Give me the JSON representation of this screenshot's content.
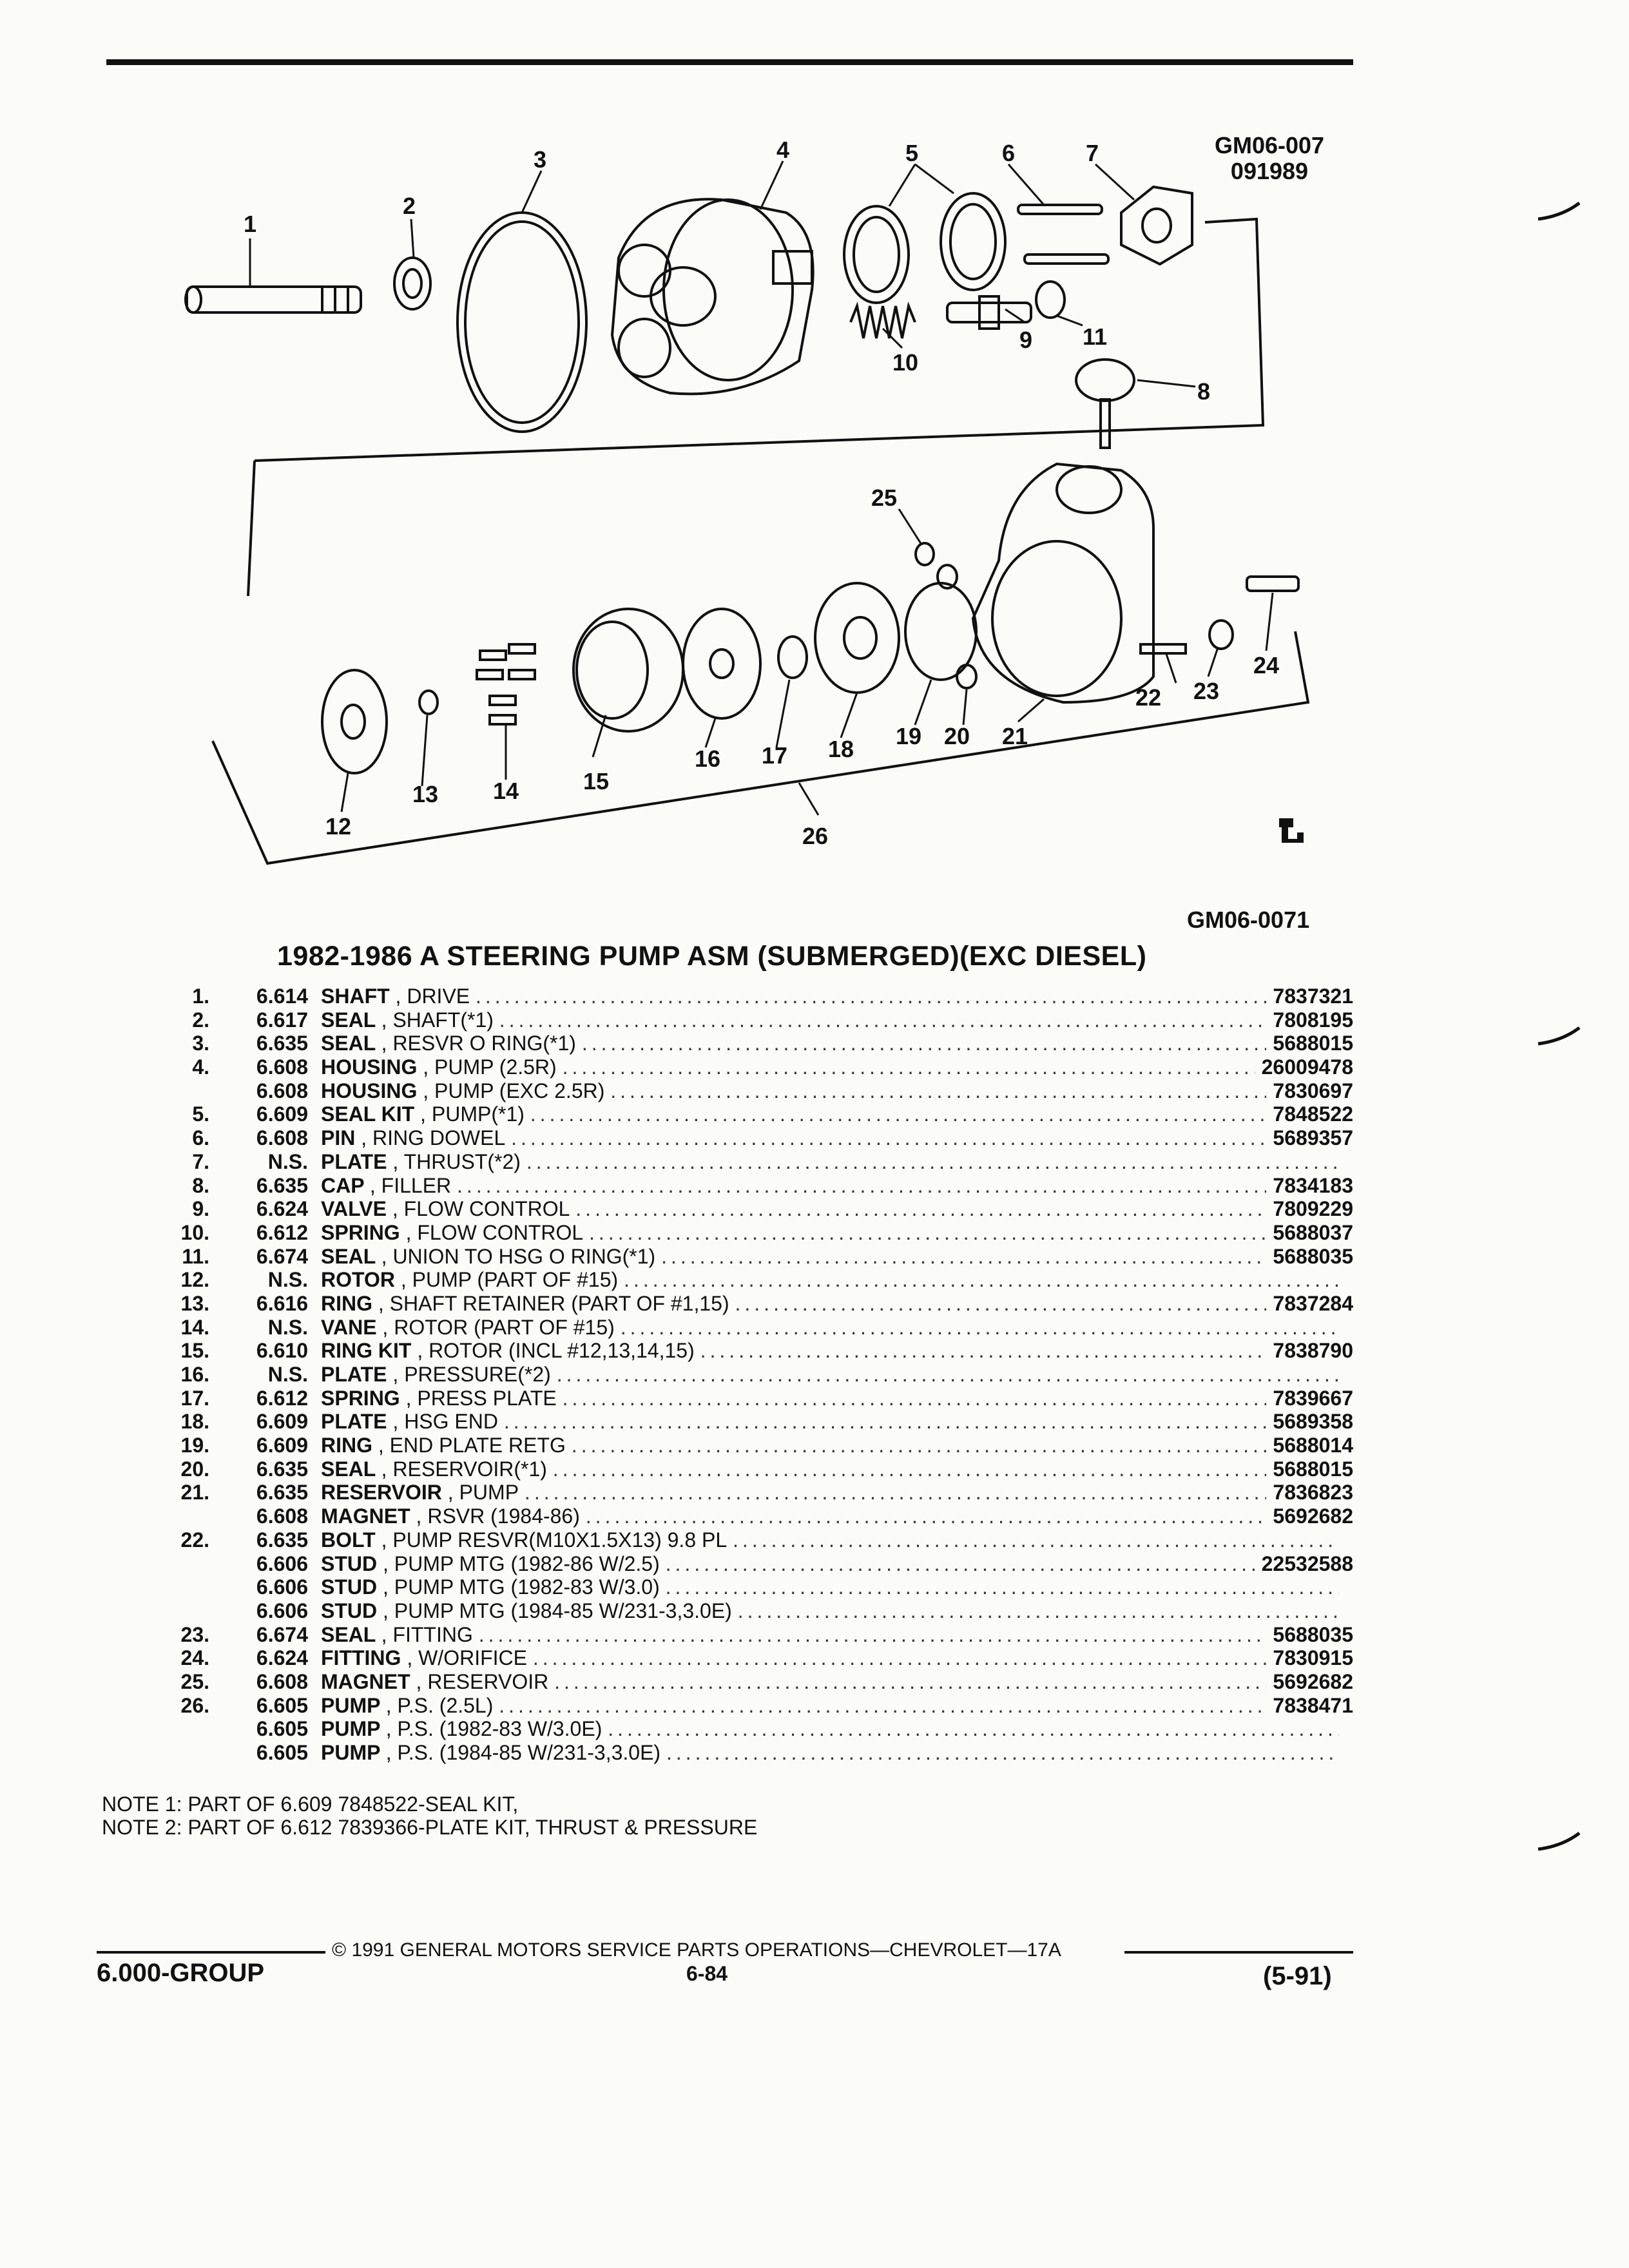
{
  "header": {
    "image_code_a": "GM06-007",
    "image_code_b": "091989",
    "image_code_c": "GM06-0071"
  },
  "diagram": {
    "callouts": [
      "1",
      "2",
      "3",
      "4",
      "5",
      "6",
      "7",
      "8",
      "9",
      "10",
      "11",
      "12",
      "13",
      "14",
      "15",
      "16",
      "17",
      "18",
      "19",
      "20",
      "21",
      "22",
      "23",
      "24",
      "25",
      "26"
    ]
  },
  "title": "1982-1986 A STEERING PUMP ASM (SUBMERGED)(EXC DIESEL)",
  "parts": [
    {
      "num": "1.",
      "grp": "6.614",
      "name": "SHAFT",
      "desc": ", DRIVE",
      "pn": "7837321"
    },
    {
      "num": "2.",
      "grp": "6.617",
      "name": "SEAL",
      "desc": ", SHAFT(*1)",
      "pn": "7808195"
    },
    {
      "num": "3.",
      "grp": "6.635",
      "name": "SEAL",
      "desc": ", RESVR O RING(*1)",
      "pn": "5688015"
    },
    {
      "num": "4.",
      "grp": "6.608",
      "name": "HOUSING",
      "desc": ", PUMP (2.5R)",
      "pn": "26009478"
    },
    {
      "num": "",
      "grp": "6.608",
      "name": "HOUSING",
      "desc": ", PUMP (EXC 2.5R)",
      "pn": "7830697"
    },
    {
      "num": "5.",
      "grp": "6.609",
      "name": "SEAL KIT",
      "desc": ", PUMP(*1)",
      "pn": "7848522"
    },
    {
      "num": "6.",
      "grp": "6.608",
      "name": "PIN",
      "desc": ", RING DOWEL",
      "pn": "5689357"
    },
    {
      "num": "7.",
      "grp": "N.S.",
      "name": "PLATE",
      "desc": ", THRUST(*2)",
      "pn": ""
    },
    {
      "num": "8.",
      "grp": "6.635",
      "name": "CAP",
      "desc": ", FILLER",
      "pn": "7834183"
    },
    {
      "num": "9.",
      "grp": "6.624",
      "name": "VALVE",
      "desc": ", FLOW CONTROL",
      "pn": "7809229"
    },
    {
      "num": "10.",
      "grp": "6.612",
      "name": "SPRING",
      "desc": ", FLOW CONTROL",
      "pn": "5688037"
    },
    {
      "num": "11.",
      "grp": "6.674",
      "name": "SEAL",
      "desc": ", UNION TO HSG O RING(*1)",
      "pn": "5688035"
    },
    {
      "num": "12.",
      "grp": "N.S.",
      "name": "ROTOR",
      "desc": ", PUMP (PART OF #15)",
      "pn": ""
    },
    {
      "num": "13.",
      "grp": "6.616",
      "name": "RING",
      "desc": ", SHAFT RETAINER (PART OF #1,15)",
      "pn": "7837284"
    },
    {
      "num": "14.",
      "grp": "N.S.",
      "name": "VANE",
      "desc": ", ROTOR (PART OF #15)",
      "pn": ""
    },
    {
      "num": "15.",
      "grp": "6.610",
      "name": "RING KIT",
      "desc": ", ROTOR (INCL #12,13,14,15)",
      "pn": "7838790"
    },
    {
      "num": "16.",
      "grp": "N.S.",
      "name": "PLATE",
      "desc": ", PRESSURE(*2)",
      "pn": ""
    },
    {
      "num": "17.",
      "grp": "6.612",
      "name": "SPRING",
      "desc": ", PRESS PLATE",
      "pn": "7839667"
    },
    {
      "num": "18.",
      "grp": "6.609",
      "name": "PLATE",
      "desc": ", HSG END",
      "pn": "5689358"
    },
    {
      "num": "19.",
      "grp": "6.609",
      "name": "RING",
      "desc": ", END PLATE RETG",
      "pn": "5688014"
    },
    {
      "num": "20.",
      "grp": "6.635",
      "name": "SEAL",
      "desc": ", RESERVOIR(*1)",
      "pn": "5688015"
    },
    {
      "num": "21.",
      "grp": "6.635",
      "name": "RESERVOIR",
      "desc": ", PUMP",
      "pn": "7836823"
    },
    {
      "num": "",
      "grp": "6.608",
      "name": "MAGNET",
      "desc": ", RSVR (1984-86)",
      "pn": "5692682"
    },
    {
      "num": "22.",
      "grp": "6.635",
      "name": "BOLT",
      "desc": ", PUMP RESVR(M10X1.5X13) 9.8 PL",
      "pn": ""
    },
    {
      "num": "",
      "grp": "6.606",
      "name": "STUD",
      "desc": ", PUMP MTG (1982-86 W/2.5)",
      "pn": "22532588"
    },
    {
      "num": "",
      "grp": "6.606",
      "name": "STUD",
      "desc": ", PUMP MTG (1982-83 W/3.0)",
      "pn": ""
    },
    {
      "num": "",
      "grp": "6.606",
      "name": "STUD",
      "desc": ", PUMP MTG (1984-85 W/231-3,3.0E)",
      "pn": ""
    },
    {
      "num": "23.",
      "grp": "6.674",
      "name": "SEAL",
      "desc": ", FITTING",
      "pn": "5688035"
    },
    {
      "num": "24.",
      "grp": "6.624",
      "name": "FITTING",
      "desc": ", W/ORIFICE",
      "pn": "7830915"
    },
    {
      "num": "25.",
      "grp": "6.608",
      "name": "MAGNET",
      "desc": ", RESERVOIR",
      "pn": "5692682"
    },
    {
      "num": "26.",
      "grp": "6.605",
      "name": "PUMP",
      "desc": ", P.S. (2.5L)",
      "pn": "7838471"
    },
    {
      "num": "",
      "grp": "6.605",
      "name": "PUMP",
      "desc": ", P.S. (1982-83 W/3.0E)",
      "pn": ""
    },
    {
      "num": "",
      "grp": "6.605",
      "name": "PUMP",
      "desc": ", P.S. (1984-85 W/231-3,3.0E)",
      "pn": ""
    }
  ],
  "notes": {
    "note1": "NOTE 1: PART OF 6.609 7848522-SEAL KIT,",
    "note2": "NOTE 2: PART OF 6.612 7839366-PLATE KIT, THRUST & PRESSURE"
  },
  "footer": {
    "copyright": "© 1991 GENERAL MOTORS SERVICE PARTS OPERATIONS—CHEVROLET—17A",
    "group": "6.000-GROUP",
    "page": "6-84",
    "date": "(5-91)"
  }
}
